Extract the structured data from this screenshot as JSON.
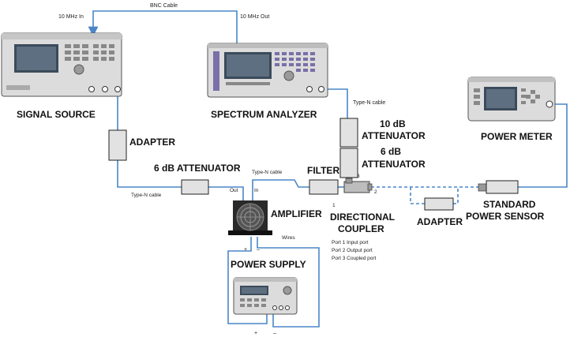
{
  "labels": {
    "bnc_cable": "BNC Cable",
    "ref_in": "10 MHz In",
    "ref_out": "10 MHz Out",
    "signal_source": "SIGNAL SOURCE",
    "spectrum_analyzer": "SPECTRUM ANALYZER",
    "power_meter": "POWER METER",
    "type_n_cable_sa": "Type-N cable",
    "attenuator_10db_l1": "10 dB",
    "attenuator_10db_l2": "ATTENUATOR",
    "attenuator_6db_l1": "6 dB",
    "attenuator_6db_l2": "ATTENUATOR",
    "adapter_left": "ADAPTER",
    "attenuator_6db_left": "6 dB ATTENUATOR",
    "type_n_cable_mid": "Type-N cable",
    "type_n_cable_low": "Type-N cable",
    "filter": "FILTER",
    "port_out": "Out",
    "port_in": "In",
    "port_3": "3",
    "port_2": "2",
    "port_1": "1",
    "amplifier": "AMPLIFIER",
    "directional_l1": "DIRECTIONAL",
    "directional_l2": "COUPLER",
    "adapter_right": "ADAPTER",
    "sensor_l1": "STANDARD",
    "sensor_l2": "POWER SENSOR",
    "wires": "Wires",
    "plus_top": "+",
    "minus_top": "–",
    "power_supply": "POWER SUPPLY",
    "plus_bottom": "+",
    "minus_bottom": "–",
    "port_notes": [
      "Port 1 Input port",
      "Port 2 Output port",
      "Port 3 Coupled port"
    ]
  },
  "colors": {
    "cable": "#4a86c8",
    "instrument_body": "#dcdcdc",
    "screen": "#3c4b5a",
    "analyzer_accent": "#7a6fa8"
  }
}
